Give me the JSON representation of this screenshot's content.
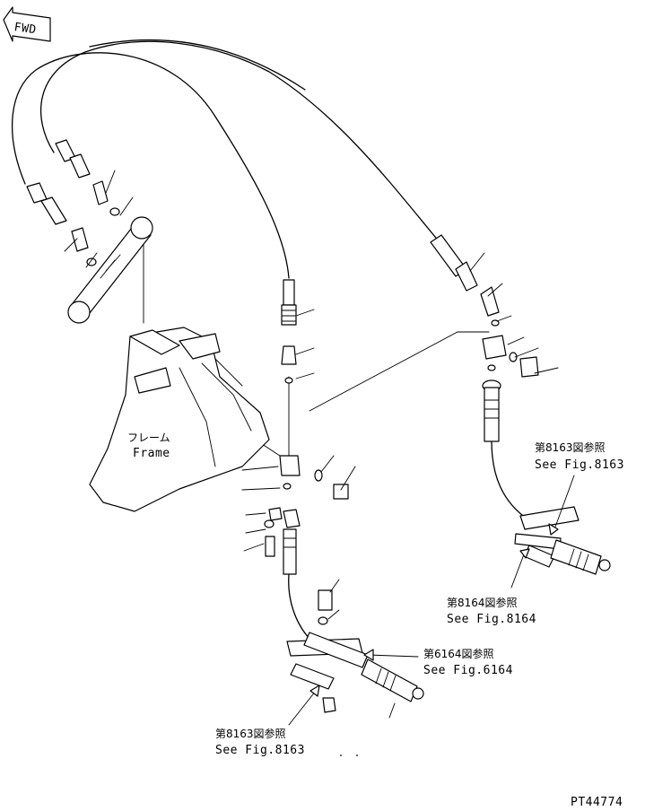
{
  "direction_arrow": {
    "label": "FWD"
  },
  "frame_label": {
    "jp": "フレーム",
    "en": "Frame"
  },
  "references": [
    {
      "id": "ref-8163-right",
      "jp": "第8163図参照",
      "en": "See Fig.8163"
    },
    {
      "id": "ref-8164-right",
      "jp": "第8164図参照",
      "en": "See Fig.8164"
    },
    {
      "id": "ref-8164-center",
      "jp": "第6164図参照",
      "en": "See Fig.6164"
    },
    {
      "id": "ref-8163-bottom",
      "jp": "第8163図参照",
      "en": "See Fig.8163"
    }
  ],
  "part_number": "PT44774"
}
